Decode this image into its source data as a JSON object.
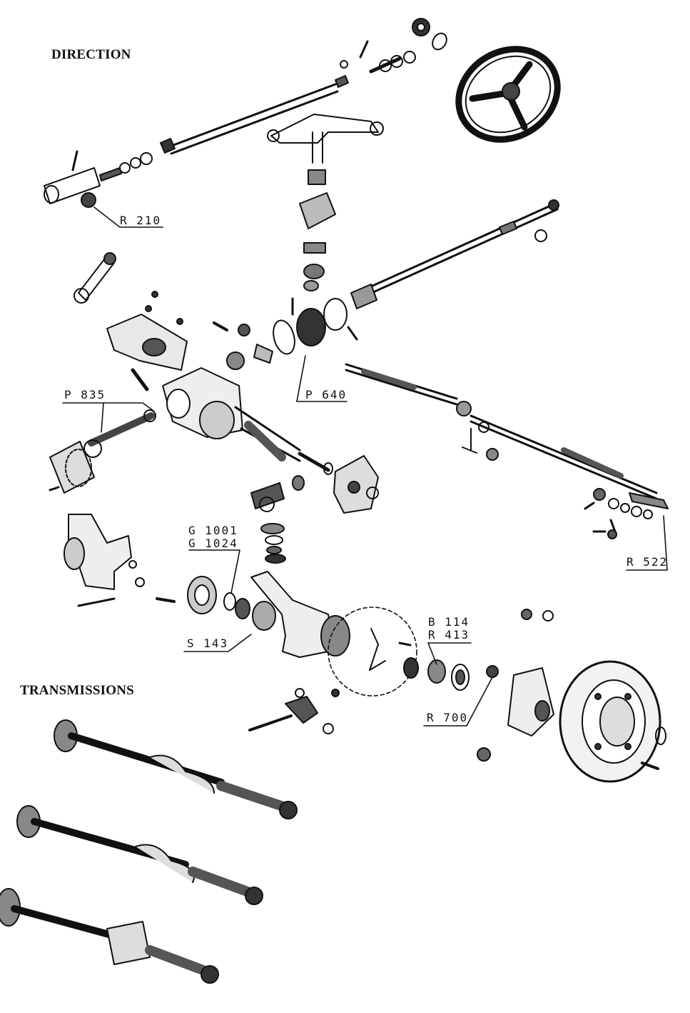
{
  "sections": {
    "direction": "DIRECTION",
    "transmissions": "TRANSMISSIONS"
  },
  "callouts": {
    "r210": "R 210",
    "p835": "P 835",
    "p640": "P 640",
    "g1001": "G 1001",
    "g1024": "G 1024",
    "r522": "R 522",
    "b114": "B 114",
    "r413": "R 413",
    "s143": "S 143",
    "r700": "R 700"
  },
  "colors": {
    "ink": "#111111",
    "paper": "#ffffff",
    "shade": "#555555"
  }
}
